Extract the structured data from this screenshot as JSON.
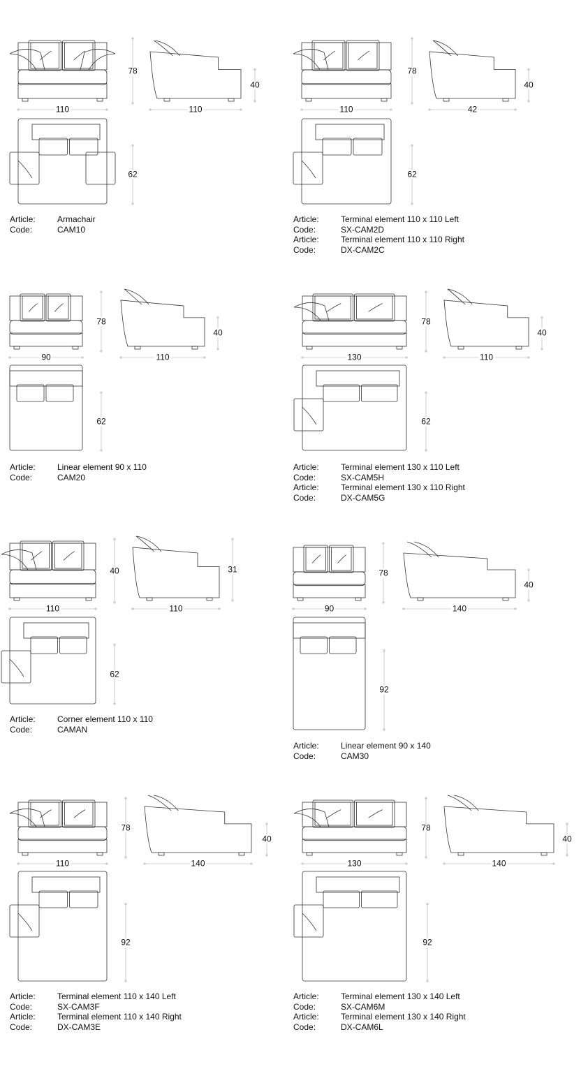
{
  "labels": {
    "article": "Article:",
    "code": "Code:"
  },
  "products": [
    {
      "dims": {
        "width": "110",
        "height": "78",
        "depth": "110",
        "seat": "40",
        "top": "62"
      },
      "entries": [
        {
          "article": "Armachair",
          "code": "CAM10"
        }
      ]
    },
    {
      "dims": {
        "width": "110",
        "height": "78",
        "depth": "42",
        "seat": "40",
        "top": "62"
      },
      "entries": [
        {
          "article": "Terminal element 110 x 110 Left",
          "code": "SX-CAM2D"
        },
        {
          "article": "Terminal element 110 x 110 Right",
          "code": "DX-CAM2C"
        }
      ]
    },
    {
      "dims": {
        "width": "90",
        "height": "78",
        "depth": "110",
        "seat": "40",
        "top": "62"
      },
      "entries": [
        {
          "article": "Linear element 90 x 110",
          "code": "CAM20"
        }
      ]
    },
    {
      "dims": {
        "width": "130",
        "height": "78",
        "depth": "110",
        "seat": "40",
        "top": "62"
      },
      "entries": [
        {
          "article": "Terminal element 130 x 110 Left",
          "code": "SX-CAM5H"
        },
        {
          "article": "Terminal element 130 x 110 Right",
          "code": "DX-CAM5G"
        }
      ]
    },
    {
      "dims": {
        "width": "110",
        "height": "40",
        "depth": "110",
        "seat": "31",
        "top": "62"
      },
      "entries": [
        {
          "article": "Corner element 110 x 110",
          "code": "CAMAN"
        }
      ]
    },
    {
      "dims": {
        "width": "90",
        "height": "78",
        "depth": "140",
        "seat": "40",
        "top": "92"
      },
      "entries": [
        {
          "article": "Linear element 90 x 140",
          "code": "CAM30"
        }
      ]
    },
    {
      "dims": {
        "width": "110",
        "height": "78",
        "depth": "140",
        "seat": "40",
        "top": "92"
      },
      "entries": [
        {
          "article": "Terminal element 110 x 140 Left",
          "code": "SX-CAM3F"
        },
        {
          "article": "Terminal element 110 x 140 Right",
          "code": "DX-CAM3E"
        }
      ]
    },
    {
      "dims": {
        "width": "130",
        "height": "78",
        "depth": "140",
        "seat": "40",
        "top": "92"
      },
      "entries": [
        {
          "article": "Terminal element 130 x 140 Left",
          "code": "SX-CAM6M"
        },
        {
          "article": "Terminal element 130 x 140 Right",
          "code": "DX-CAM6L"
        }
      ]
    }
  ]
}
